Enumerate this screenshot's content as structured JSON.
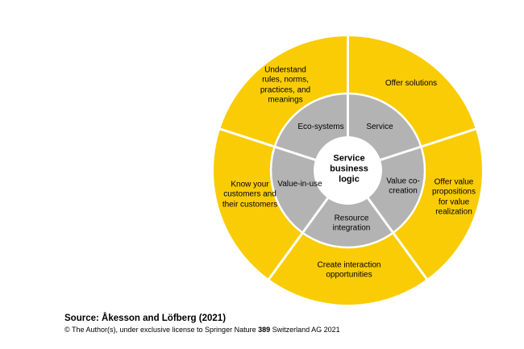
{
  "diagram": {
    "title_center_lines": [
      "Service",
      "business",
      "logic"
    ],
    "colors": {
      "outer_ring": "#FACC05",
      "inner_ring": "#B3B3B3",
      "center_circle": "#FFFFFF",
      "divider": "#FFFFFF",
      "text": "#000000"
    },
    "segments": [
      {
        "position": "top-right",
        "outer_lines": [
          "Offer solutions"
        ],
        "inner_lines": [
          "Service"
        ]
      },
      {
        "position": "right",
        "outer_lines": [
          "Offer value",
          "propositions",
          "for value",
          "realization"
        ],
        "inner_lines": [
          "Value co-",
          "creation"
        ]
      },
      {
        "position": "bottom",
        "outer_lines": [
          "Create interaction",
          "opportunities"
        ],
        "inner_lines": [
          "Resource",
          "integration"
        ]
      },
      {
        "position": "left",
        "outer_lines": [
          "Know your",
          "customers and",
          "their customers"
        ],
        "inner_lines": [
          "Value-in-use"
        ]
      },
      {
        "position": "top-left",
        "outer_lines": [
          "Understand",
          "rules, norms,",
          "practices, and",
          "meanings"
        ],
        "inner_lines": [
          "Eco-systems"
        ]
      }
    ]
  },
  "footer": {
    "source_label": "Source: Åkesson and Löfberg (2021)",
    "copyright_prefix": "© The Author(s), under exclusive license to Springer Nature ",
    "copyright_bold": "389",
    "copyright_suffix": " Switzerland AG 2021"
  }
}
